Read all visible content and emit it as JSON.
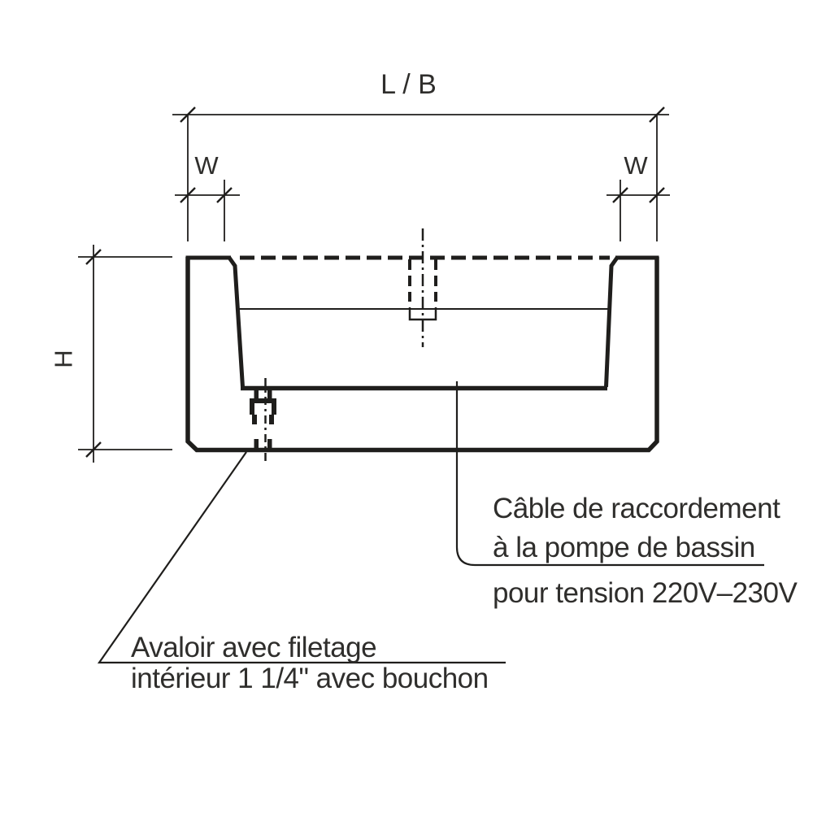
{
  "colors": {
    "line": "#1f1e1c",
    "text": "#2f2e2c",
    "background": "#ffffff"
  },
  "dimension_labels": {
    "overall_length": "L / B",
    "wall_width_left": "W",
    "wall_width_right": "W",
    "height": "H"
  },
  "annotations": {
    "cable": {
      "line1": "Câble de raccordement",
      "line2": "à la pompe de bassin",
      "line3": "pour tension 220V–230V"
    },
    "drain": {
      "line1": "Avaloir avec filetage",
      "line2": "intérieur 1 1/4\" avec bouchon"
    }
  }
}
